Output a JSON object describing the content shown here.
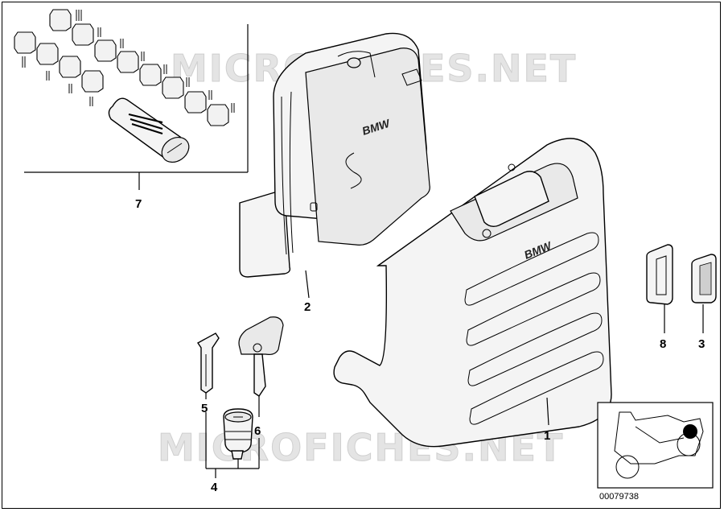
{
  "watermark": {
    "top": "MICROFICHES.NET",
    "bottom": "MICROFICHES.NET"
  },
  "callouts": {
    "part_1": "1",
    "part_2": "2",
    "part_3": "3",
    "part_4": "4",
    "part_5": "5",
    "part_6": "6",
    "part_7": "7",
    "part_8": "8"
  },
  "logos": {
    "case_logo": "BMW",
    "inner_bag_logo": "BMW"
  },
  "reference_number": "00079738",
  "colors": {
    "line": "#000000",
    "watermark": "#e4e4e4",
    "locator_dot": "#000000"
  }
}
